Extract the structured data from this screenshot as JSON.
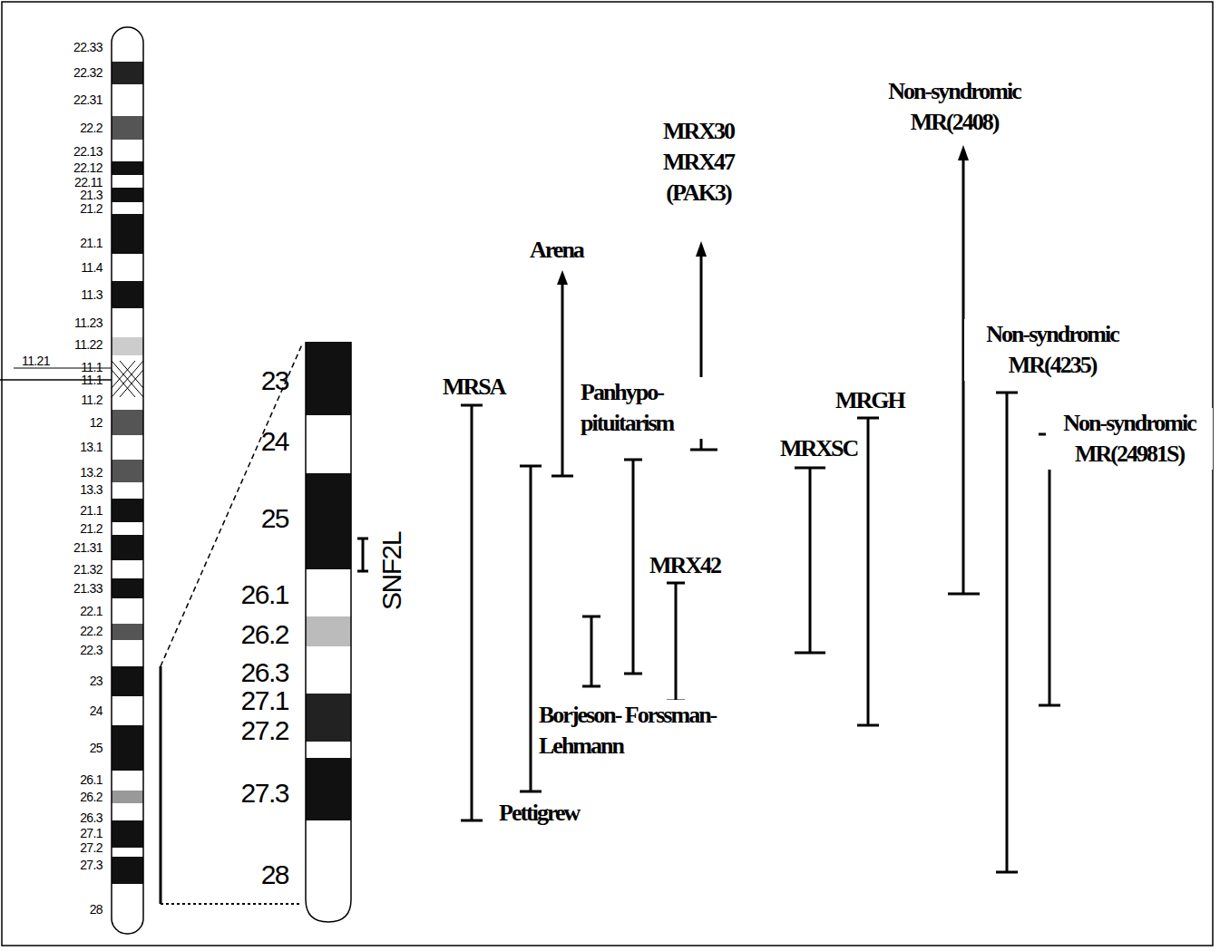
{
  "diagram": {
    "labels": [
      "22.33",
      "22.32",
      "22.31",
      "22.2",
      "22.13",
      "22.12",
      "22.11",
      "21.3",
      "21.2",
      "21.1",
      "11.4",
      "11.3",
      "11.23",
      "11.22",
      "11.21",
      "11.1",
      "11.1",
      "11.2",
      "12",
      "13.1",
      "13.2",
      "13.3",
      "21.1",
      "21.2",
      "21.31",
      "21.32",
      "21.33",
      "22.1",
      "22.2",
      "22.3",
      "23",
      "24",
      "25",
      "26.1",
      "26.2",
      "26.3",
      "27.1",
      "27.2",
      "27.3",
      "28",
      "23",
      "24",
      "25",
      "26.1",
      "26.2",
      "26.3",
      "27.1",
      "27.2",
      "27.3",
      "28",
      "SNF2L",
      "MRSA",
      "Arena",
      "MRX30 MRX47 (PAK3)",
      "Panhypo- pituitarism",
      "MRX42",
      "Borjeson- Forssman-Lehmann",
      "Pettigrew",
      "MRXSC",
      "MRGH",
      "Non-syndromic MR(2408)",
      "Non-syndromic MR(4235)",
      "Non-syndromic MR(24981S)"
    ]
  }
}
